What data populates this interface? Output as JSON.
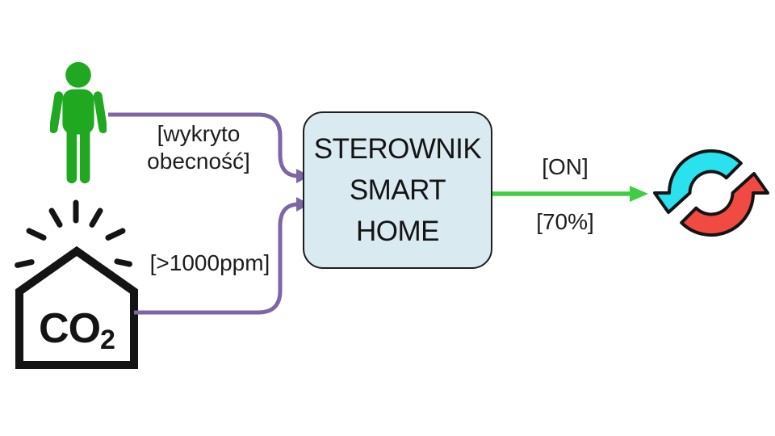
{
  "diagram": {
    "controller": {
      "name_line1": "STEROWNIK",
      "name_line2": "SMART",
      "name_line3": "HOME",
      "fill": "#daeaf1"
    },
    "presence_input": {
      "icon": "person-icon",
      "label_line1": "[wykryto",
      "label_line2": "obecność]"
    },
    "co2_input": {
      "icon": "co2-house-icon",
      "icon_text": "CO",
      "icon_text_subscript": "2",
      "label": "[>1000ppm]"
    },
    "output": {
      "icon": "recuperator-icon",
      "state_label": "[ON]",
      "power_label": "[70%]"
    },
    "colors": {
      "person_green": "#21a821",
      "connector_purple": "#7d66a6",
      "signal_green": "#41cd41",
      "recuperator_cool": "#29e2ee",
      "recuperator_warm": "#f04a42",
      "outline_black": "#141414",
      "box_fill": "#daeaf1"
    }
  }
}
